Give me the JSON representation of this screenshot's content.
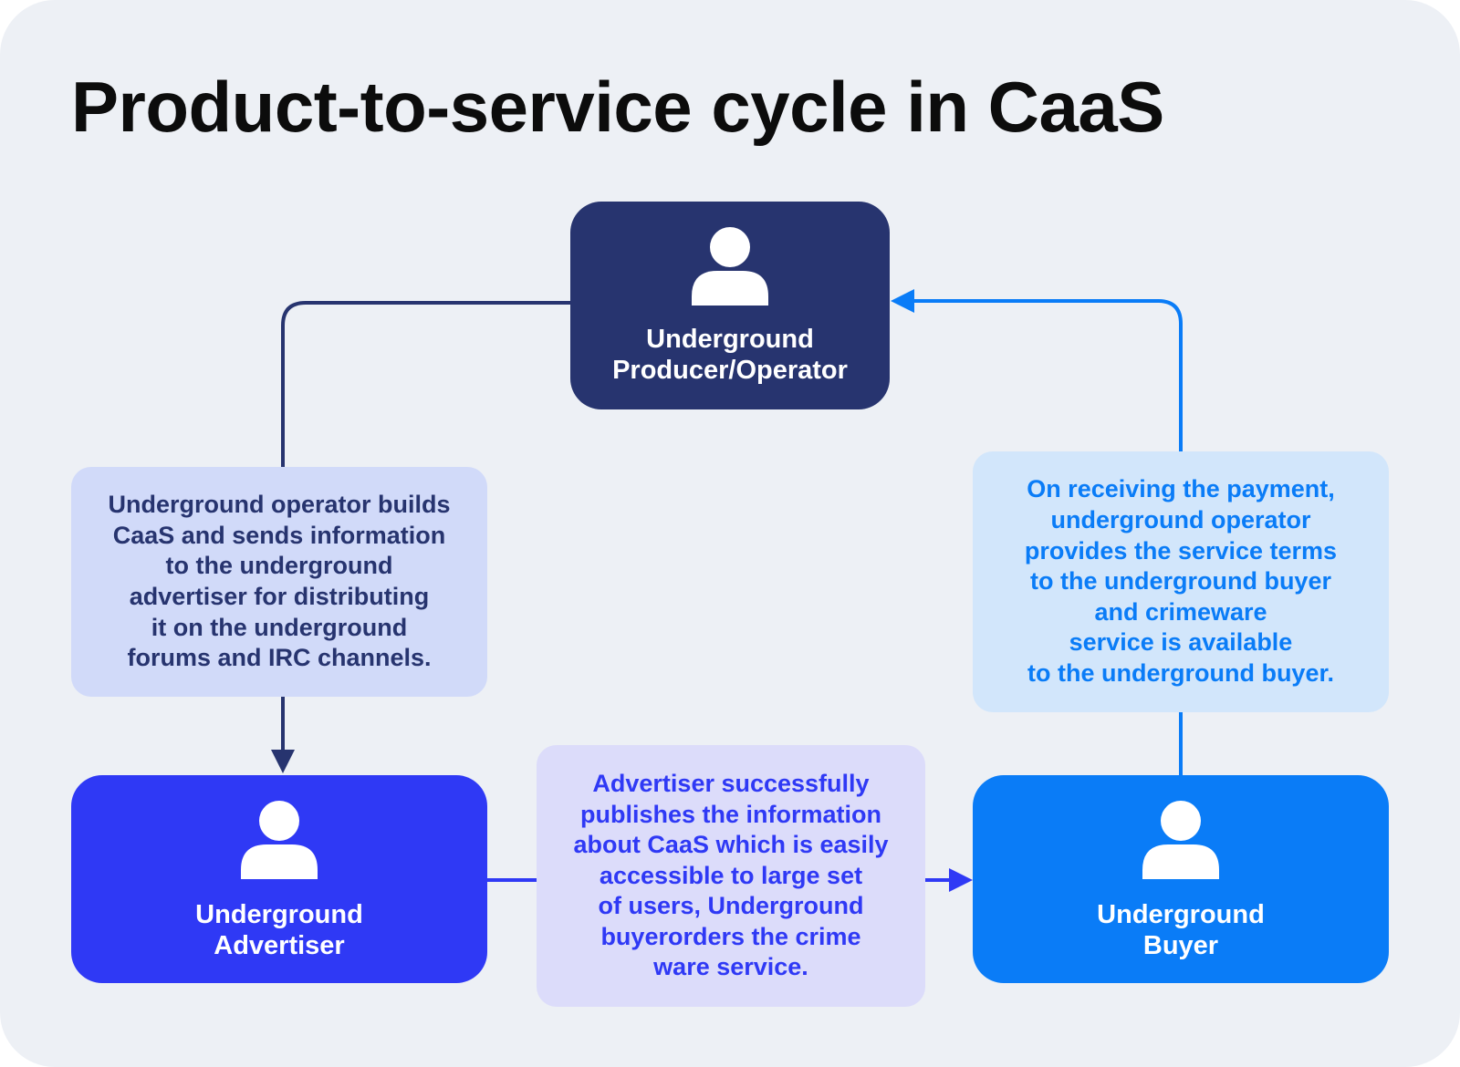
{
  "title": "Product-to-service cycle in CaaS",
  "colors": {
    "background": "#edf0f5",
    "producer": "#27346f",
    "advertiser": "#2f39f5",
    "buyer": "#0a7cf7",
    "note_build_fill": "#d1daf9",
    "note_publish_fill": "#dcdcfa",
    "note_payment_fill": "#d2e6fb"
  },
  "nodes": {
    "producer": {
      "icon": "person-icon",
      "label": "Underground\nProducer/Operator"
    },
    "advertiser": {
      "icon": "person-icon",
      "label": "Underground\nAdvertiser"
    },
    "buyer": {
      "icon": "person-icon",
      "label": "Underground\nBuyer"
    }
  },
  "notes": {
    "build": "Underground operator builds\nCaaS and sends information\nto the underground\nadvertiser for distributing\nit on the underground\nforums and IRC channels.",
    "publish": "Advertiser successfully\npublishes the information\nabout CaaS which is easily\naccessible to large set\nof users, Underground\nbuyerorders the crime\nware service.",
    "payment": "On receiving the payment,\nunderground operator\nprovides the service terms\nto the underground buyer\nand crimeware\nservice is available\nto the underground buyer."
  },
  "edges": [
    {
      "from": "producer",
      "to": "advertiser",
      "via": "build"
    },
    {
      "from": "advertiser",
      "to": "buyer",
      "via": "publish"
    },
    {
      "from": "buyer",
      "to": "producer",
      "via": "payment"
    }
  ]
}
